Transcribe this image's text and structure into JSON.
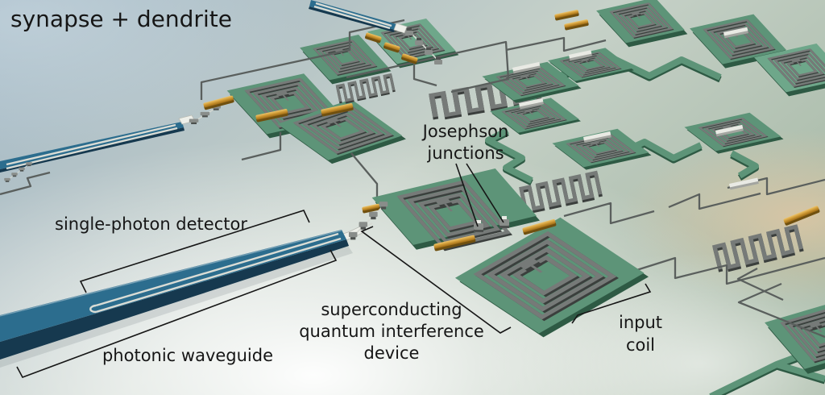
{
  "figure": {
    "title": "synapse + dendrite",
    "labels": {
      "detector": "single-photon detector",
      "waveguide": "photonic waveguide",
      "squid": [
        "superconducting",
        "quantum interference",
        "device"
      ],
      "josephson": [
        "Josephson",
        "junctions"
      ],
      "input_coil": [
        "input",
        "coil"
      ]
    },
    "colors": {
      "background_blue": "#a2b8c7",
      "background_green": "#a8baa7",
      "warm_glow": "#e9c9a2",
      "waveguide_blue": "#2c6d8e",
      "waveguide_edge": "#16394f",
      "detector_stripe": "#d9dcd5",
      "board_green": "#5d9478",
      "board_green_light": "#6ea78a",
      "board_edge": "#2e5a44",
      "coil_gray": "#767a78",
      "coil_shadow": "#3b3f3d",
      "wire_gray": "#5a5f5d",
      "gold": "#c8922e",
      "ink": "#161616"
    }
  }
}
